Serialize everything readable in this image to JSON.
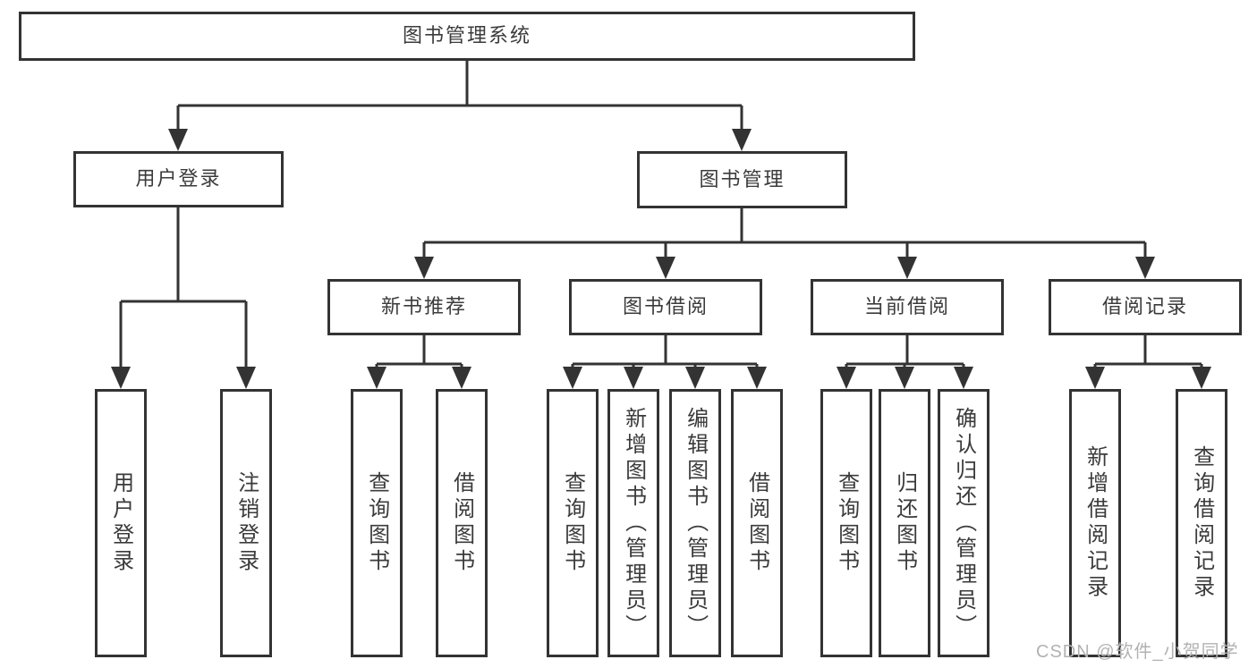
{
  "diagram": {
    "type": "tree",
    "title": "图书管理系统",
    "watermark": "CSDN @软件_小贺同学",
    "colors": {
      "line": "#333333",
      "text": "#3b3b3b",
      "box_bg": "#ffffff",
      "watermark": "#b2b2b2"
    },
    "nodes": {
      "root": {
        "label": "图书管理系统"
      },
      "user_login": {
        "label": "用户登录"
      },
      "book_mgmt": {
        "label": "图书管理"
      },
      "new_book_rec": {
        "label": "新书推荐"
      },
      "book_borrow": {
        "label": "图书借阅"
      },
      "current_borrow": {
        "label": "当前借阅"
      },
      "borrow_record": {
        "label": "借阅记录"
      },
      "leaf_user_login": {
        "label": "用户登录"
      },
      "leaf_logout": {
        "label": "注销登录"
      },
      "leaf_query_book_1": {
        "label": "查询图书"
      },
      "leaf_borrow_book_1": {
        "label": "借阅图书"
      },
      "leaf_query_book_2": {
        "label": "查询图书"
      },
      "leaf_add_book": {
        "label": "新增图书（管理员）"
      },
      "leaf_edit_book": {
        "label": "编辑图书（管理员）"
      },
      "leaf_borrow_book_2": {
        "label": "借阅图书"
      },
      "leaf_query_book_3": {
        "label": "查询图书"
      },
      "leaf_return_book": {
        "label": "归还图书"
      },
      "leaf_confirm_return": {
        "label": "确认归还（管理员）"
      },
      "leaf_add_borrow_record": {
        "label": "新增借阅记录"
      },
      "leaf_query_borrow_record": {
        "label": "查询借阅记录"
      }
    },
    "edges": [
      {
        "from": "图书管理系统",
        "to": [
          "用户登录",
          "图书管理"
        ]
      },
      {
        "from": "用户登录",
        "to": [
          "用户登录",
          "注销登录"
        ]
      },
      {
        "from": "图书管理",
        "to": [
          "新书推荐",
          "图书借阅",
          "当前借阅",
          "借阅记录"
        ]
      },
      {
        "from": "新书推荐",
        "to": [
          "查询图书",
          "借阅图书"
        ]
      },
      {
        "from": "图书借阅",
        "to": [
          "查询图书",
          "新增图书（管理员）",
          "编辑图书（管理员）",
          "借阅图书"
        ]
      },
      {
        "from": "当前借阅",
        "to": [
          "查询图书",
          "归还图书",
          "确认归还（管理员）"
        ]
      },
      {
        "from": "借阅记录",
        "to": [
          "新增借阅记录",
          "查询借阅记录"
        ]
      }
    ]
  }
}
